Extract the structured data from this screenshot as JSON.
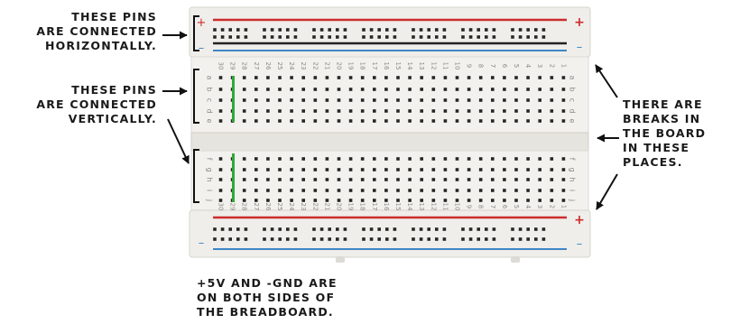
{
  "annotations": {
    "horizontal": "THESE PINS\nARE CONNECTED\nHORIZONTALLY.",
    "vertical": "THESE PINS\nARE CONNECTED\nVERTICALLY.",
    "breaks": "THERE ARE\nBREAKS IN\nTHE BOARD\nIN THESE\nPLACES.",
    "power": "+5V AND -GND ARE\nON BOTH SIDES OF\nTHE BREADBOARD."
  },
  "board": {
    "column_count": 30,
    "top_row_letters": [
      "a",
      "b",
      "c",
      "d",
      "e"
    ],
    "bottom_row_letters": [
      "f",
      "g",
      "h",
      "i",
      "j"
    ],
    "plus_symbol": "+",
    "minus_symbol": "–"
  },
  "colors": {
    "board": "#efeeea",
    "hole": "#262626",
    "red_rail": "#cc2c2c",
    "black_rail": "#222222",
    "blue_rail": "#3f86c8",
    "green_highlight": "#2fa83a",
    "arrow": "#111111"
  }
}
